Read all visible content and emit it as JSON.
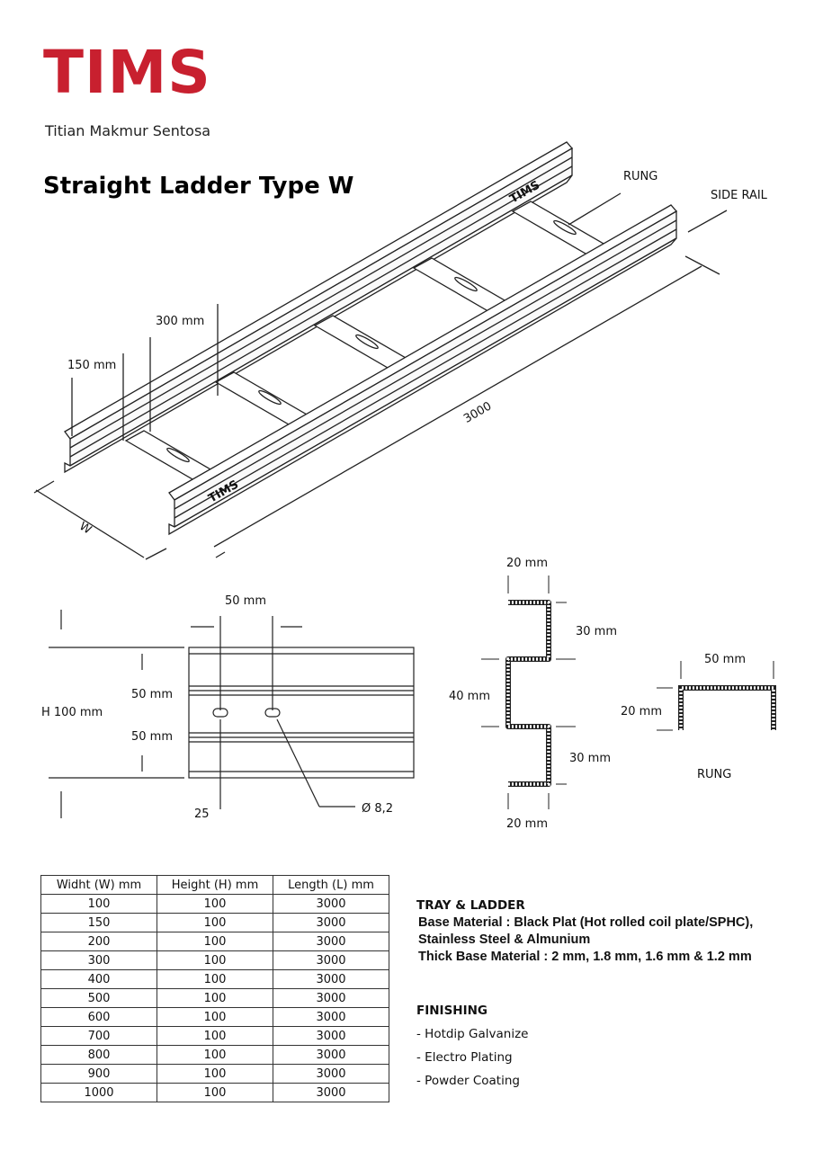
{
  "brand": {
    "logo": "TIMS",
    "tagline": "Titian Makmur Sentosa",
    "color": "#c8202f"
  },
  "title": "Straight Ladder Type W",
  "iso_drawing": {
    "rung_label": "RUNG",
    "side_rail_label": "SIDE RAIL",
    "length": "3000",
    "width": "W",
    "dim_150": "150 mm",
    "dim_300": "300 mm",
    "rail_logo": "TIMS"
  },
  "side_view": {
    "top_dim": "50 mm",
    "height": "H 100 mm",
    "upper": "50 mm",
    "lower": "50 mm",
    "offset": "25",
    "hole": "Ø 8,2"
  },
  "rail_profile": {
    "top": "20 mm",
    "upper": "30 mm",
    "middle": "40 mm",
    "lower": "30 mm",
    "bottom": "20 mm"
  },
  "rung_profile": {
    "width": "50 mm",
    "height": "20 mm",
    "label": "RUNG"
  },
  "table": {
    "headers": [
      "Widht (W) mm",
      "Height (H) mm",
      "Length (L) mm"
    ],
    "rows": [
      [
        "100",
        "100",
        "3000"
      ],
      [
        "150",
        "100",
        "3000"
      ],
      [
        "200",
        "100",
        "3000"
      ],
      [
        "300",
        "100",
        "3000"
      ],
      [
        "400",
        "100",
        "3000"
      ],
      [
        "500",
        "100",
        "3000"
      ],
      [
        "600",
        "100",
        "3000"
      ],
      [
        "700",
        "100",
        "3000"
      ],
      [
        "800",
        "100",
        "3000"
      ],
      [
        "900",
        "100",
        "3000"
      ],
      [
        "1000",
        "100",
        "3000"
      ]
    ]
  },
  "specs": {
    "heading": "TRAY & LADDER",
    "lines": [
      "Base Material : Black Plat (Hot rolled coil plate/SPHC),",
      "Stainless Steel & Almunium",
      "Thick Base Material : 2 mm, 1.8 mm, 1.6 mm & 1.2 mm"
    ]
  },
  "finishing": {
    "heading": "FINISHING",
    "items": [
      "- Hotdip Galvanize",
      "- Electro Plating",
      "- Powder Coating"
    ]
  }
}
